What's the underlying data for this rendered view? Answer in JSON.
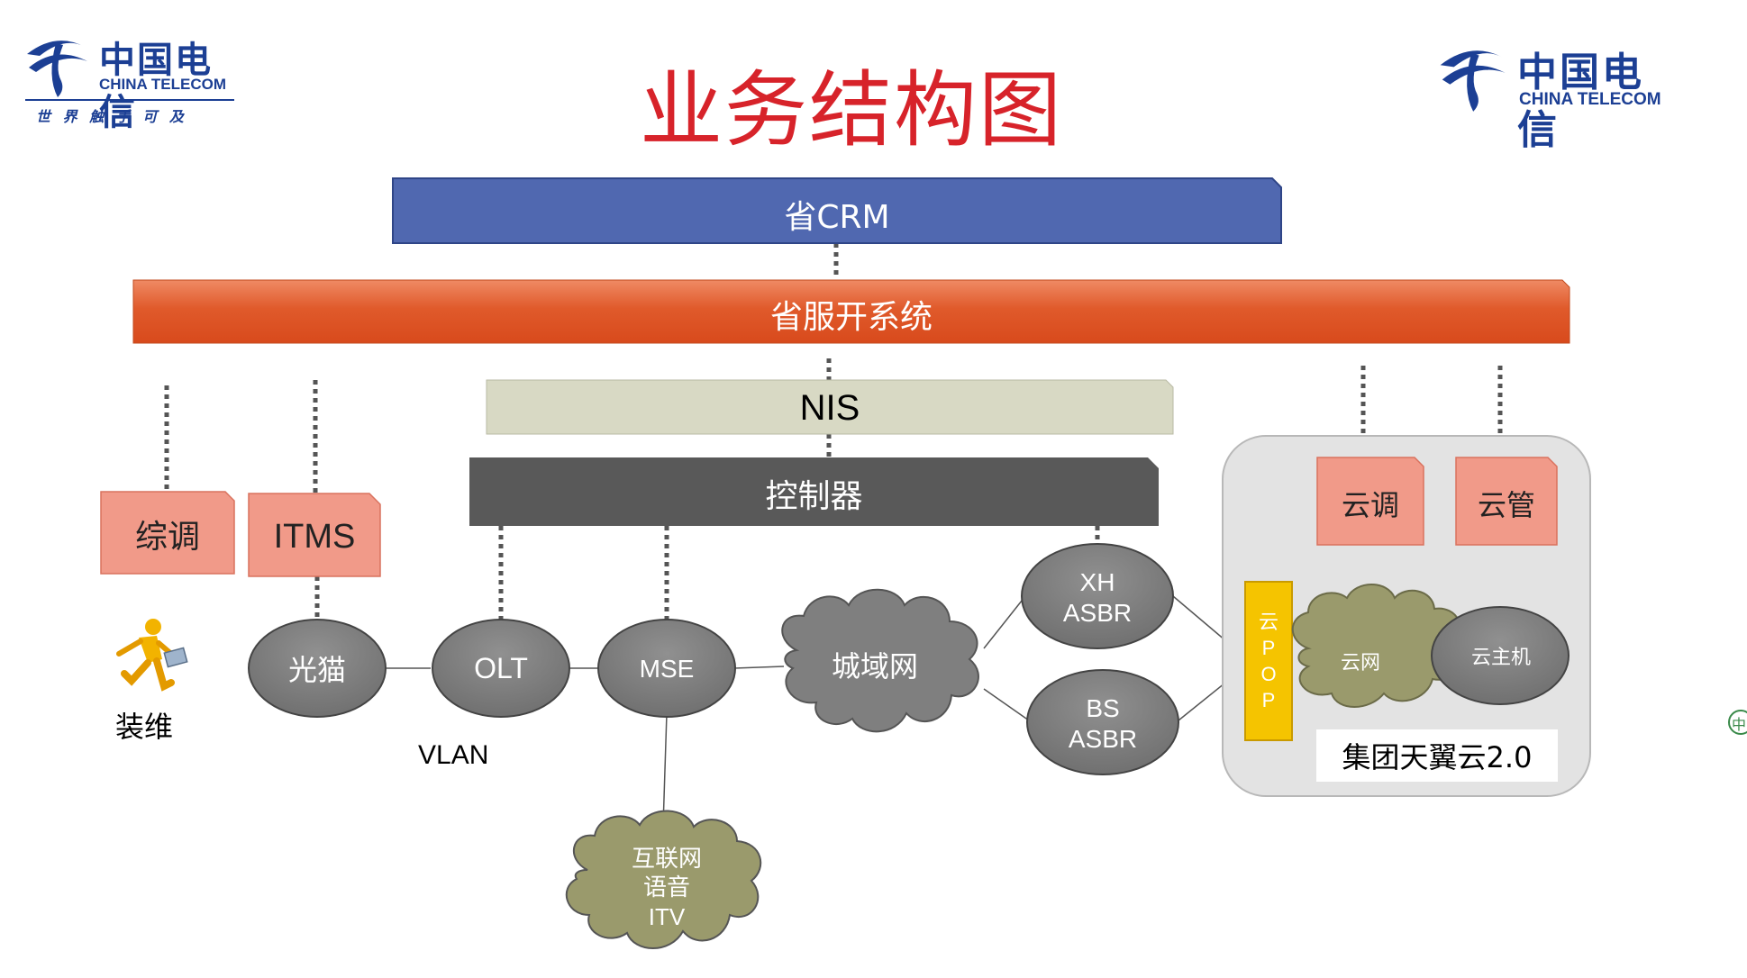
{
  "logo_left": {
    "cn": "中国电信",
    "en": "CHINA TELECOM",
    "slogan": "世 界 触 手 可 及"
  },
  "logo_right": {
    "cn": "中国电信",
    "en": "CHINA TELECOM"
  },
  "edge_logo_fragment": "中",
  "title": "业务结构图",
  "layers": {
    "crm": "省CRM",
    "service_open": "省服开系统",
    "nis": "NIS",
    "controller": "控制器"
  },
  "boxes": {
    "zongtiao": "综调",
    "itms": "ITMS",
    "yuntiao": "云调",
    "yunguan": "云管"
  },
  "nodes": {
    "guangmao": "光猫",
    "olt": "OLT",
    "mse": "MSE",
    "xh_asbr": [
      "XH",
      "ASBR"
    ],
    "bs_asbr": [
      "BS",
      "ASBR"
    ],
    "yunzhuji": "云主机"
  },
  "clouds": {
    "metro": "城域网",
    "yunwang": "云网",
    "internet": [
      "互联网",
      "语音",
      "ITV"
    ]
  },
  "cloud_pop": [
    "云",
    "P",
    "O",
    "P"
  ],
  "tianyi_label": "集团天翼云2.0",
  "labels": {
    "zhuangwei": "装维",
    "vlan": "VLAN"
  },
  "colors": {
    "title_red": "#d7232a",
    "crm_blue": "#5068b0",
    "service_orange": "#e05a2b",
    "nis_beige": "#d8d9c4",
    "controller_gray": "#595959",
    "salmon_box": "#f19a89",
    "node_gray": "#7f7f7f",
    "cloud_olive": "#9a9a6c",
    "pop_yellow": "#f5c400",
    "brand_blue": "#1c3f94"
  },
  "icons": [
    "china-telecom-logo-icon",
    "worker-running-icon"
  ]
}
